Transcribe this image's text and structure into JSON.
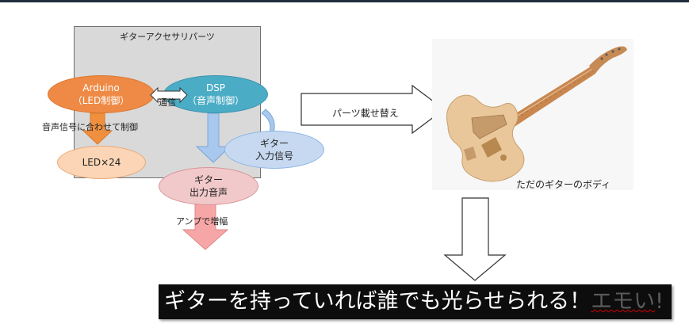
{
  "box_title": "ギターアクセサリパーツ",
  "nodes": {
    "arduino": {
      "line1": "Arduino",
      "line2": "（LED制御）"
    },
    "dsp": {
      "line1": "DSP",
      "line2": "（音声制御）"
    },
    "led": {
      "label": "LED×24"
    },
    "input": {
      "line1": "ギター",
      "line2": "入力信号"
    },
    "output": {
      "line1": "ギター",
      "line2": "出力音声"
    }
  },
  "labels": {
    "comm": "通信",
    "sync": "音声信号に合わせて制御",
    "amp": "アンプで増幅",
    "swap": "パーツ載せ替え",
    "caption": "ただのギターのボディ"
  },
  "banner": {
    "main": "ギターを持っていれば誰でも光らせられる！",
    "faint": "エモい",
    "tail": "!"
  },
  "colors": {
    "orange": "#ee8a45",
    "teal": "#4bacc6",
    "light_orange": "#fbd5b5",
    "light_blue": "#c6d9f1",
    "pink": "#f2c9cb"
  }
}
